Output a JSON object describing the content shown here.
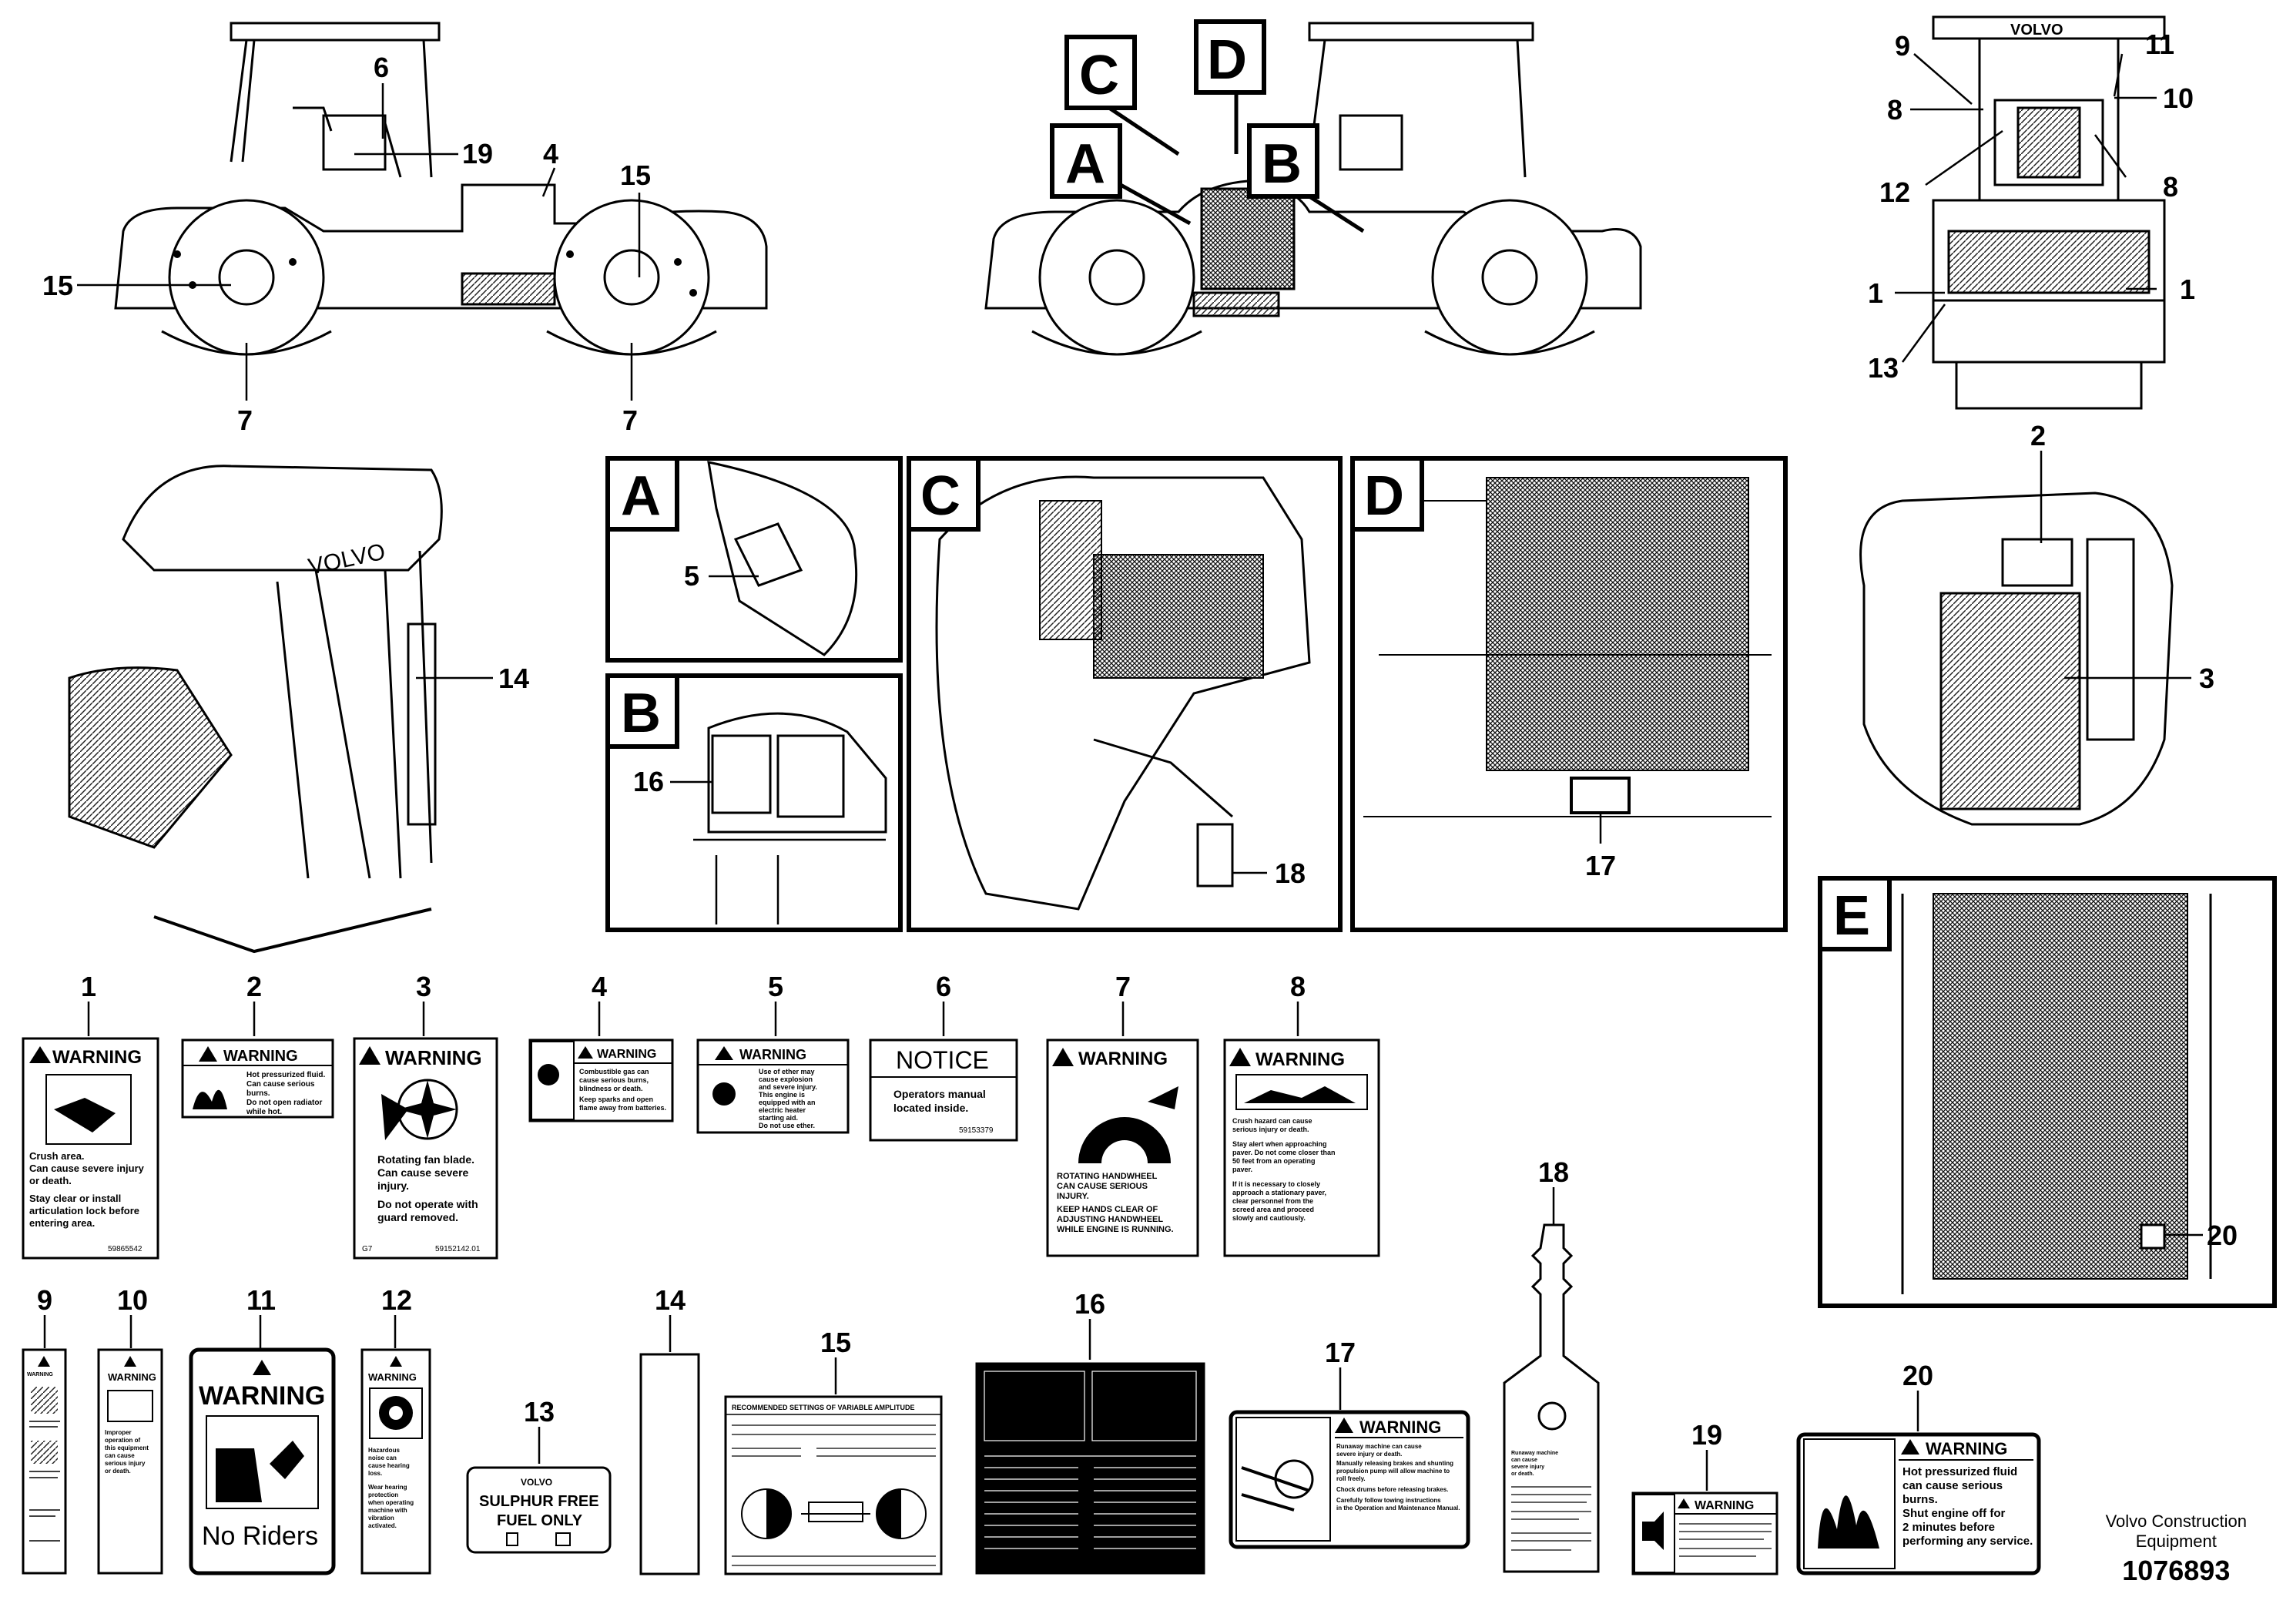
{
  "callouts": {
    "side_left": [
      "6",
      "19",
      "4",
      "15",
      "15",
      "7",
      "7"
    ],
    "side_right": [
      "C",
      "D",
      "A",
      "B"
    ],
    "rear": [
      "9",
      "11",
      "8",
      "10",
      "12",
      "8",
      "1",
      "1",
      "13"
    ],
    "canopy": [
      "14"
    ],
    "engine_side": [
      "2",
      "3"
    ]
  },
  "insets": {
    "A": {
      "letter": "A",
      "callout": "5"
    },
    "B": {
      "letter": "B",
      "callout": "16"
    },
    "C": {
      "letter": "C",
      "callout": "18"
    },
    "D": {
      "letter": "D",
      "callout": "17"
    },
    "E": {
      "letter": "E",
      "callout": "20"
    }
  },
  "decals": [
    {
      "num": "1",
      "header": "WARNING",
      "lines": [
        "Crush area.",
        "Can cause severe injury",
        "or death.",
        "",
        "Stay clear or install",
        "articulation lock before",
        "entering area."
      ],
      "code": "59865542"
    },
    {
      "num": "2",
      "header": "WARNING",
      "lines": [
        "Hot pressurized fluid.",
        "Can cause serious",
        "burns.",
        "Do not open radiator",
        "while hot."
      ]
    },
    {
      "num": "3",
      "header": "WARNING",
      "lines": [
        "Rotating fan blade.",
        "Can cause severe",
        "injury.",
        "",
        "Do not operate with",
        "guard removed."
      ],
      "code": "59152142.01"
    },
    {
      "num": "4",
      "header": "WARNING",
      "lines": [
        "Combustible gas can",
        "cause serious burns,",
        "blindness or death.",
        "Keep sparks and open",
        "flame away from batteries."
      ]
    },
    {
      "num": "5",
      "header": "WARNING",
      "lines": [
        "Use of ether may",
        "cause explosion",
        "and severe injury.",
        "This engine is",
        "equipped with an",
        "electric heater",
        "starting aid.",
        "Do not use ether."
      ]
    },
    {
      "num": "6",
      "header": "NOTICE",
      "lines": [
        "Operators manual",
        "located inside."
      ],
      "code": "59153379"
    },
    {
      "num": "7",
      "header": "WARNING",
      "lines": [
        "ROTATING HANDWHEEL",
        "CAN CAUSE SERIOUS",
        "INJURY.",
        "KEEP HANDS CLEAR OF",
        "ADJUSTING HANDWHEEL",
        "WHILE ENGINE IS RUNNING."
      ]
    },
    {
      "num": "8",
      "header": "WARNING",
      "lines": [
        "Crush hazard can cause",
        "serious injury or death.",
        "",
        "Stay alert when approaching",
        "paver. Do not come closer than",
        "50 feet from an operating",
        "paver.",
        "",
        "If it is necessary to closely",
        "approach a stationary paver,",
        "clear personnel from the",
        "screed area and proceed",
        "slowly and cautiously."
      ]
    },
    {
      "num": "9",
      "header": "WARNING"
    },
    {
      "num": "10",
      "header": "WARNING",
      "lines": [
        "Improper",
        "operation of",
        "this equipment",
        "can cause",
        "serious injury",
        "or death."
      ]
    },
    {
      "num": "11",
      "header": "WARNING",
      "lines": [
        "No Riders"
      ]
    },
    {
      "num": "12",
      "header": "WARNING",
      "lines": [
        "Hazardous",
        "noise can",
        "cause hearing",
        "loss.",
        "",
        "Wear hearing",
        "protection",
        "when operating",
        "machine with",
        "vibration",
        "activated."
      ]
    },
    {
      "num": "13",
      "header": "VOLVO",
      "lines": [
        "SULPHUR FREE",
        "FUEL ONLY"
      ]
    },
    {
      "num": "14"
    },
    {
      "num": "15",
      "header": "RECOMMENDED SETTINGS OF VARIABLE AMPLITUDE"
    },
    {
      "num": "16"
    },
    {
      "num": "17",
      "header": "WARNING",
      "lines": [
        "Runaway machine can cause",
        "severe injury or death.",
        "Manually releasing brakes and shunting",
        "propulsion pump will allow machine to",
        "roll freely.",
        "Chock drums before releasing brakes.",
        "Carefully follow towing instructions",
        "in the Operation and Maintenance Manual."
      ]
    },
    {
      "num": "18",
      "lines": [
        "Runaway machine",
        "can cause",
        "severe injury",
        "or death."
      ]
    },
    {
      "num": "19",
      "header": "WARNING"
    },
    {
      "num": "20",
      "header": "WARNING",
      "lines": [
        "Hot pressurized fluid",
        "can cause serious",
        "burns.",
        "Shut engine off for",
        "2 minutes before",
        "performing any service."
      ]
    }
  ],
  "footer": {
    "company_line1": "Volvo Construction",
    "company_line2": "Equipment",
    "drawing_number": "1076893"
  }
}
